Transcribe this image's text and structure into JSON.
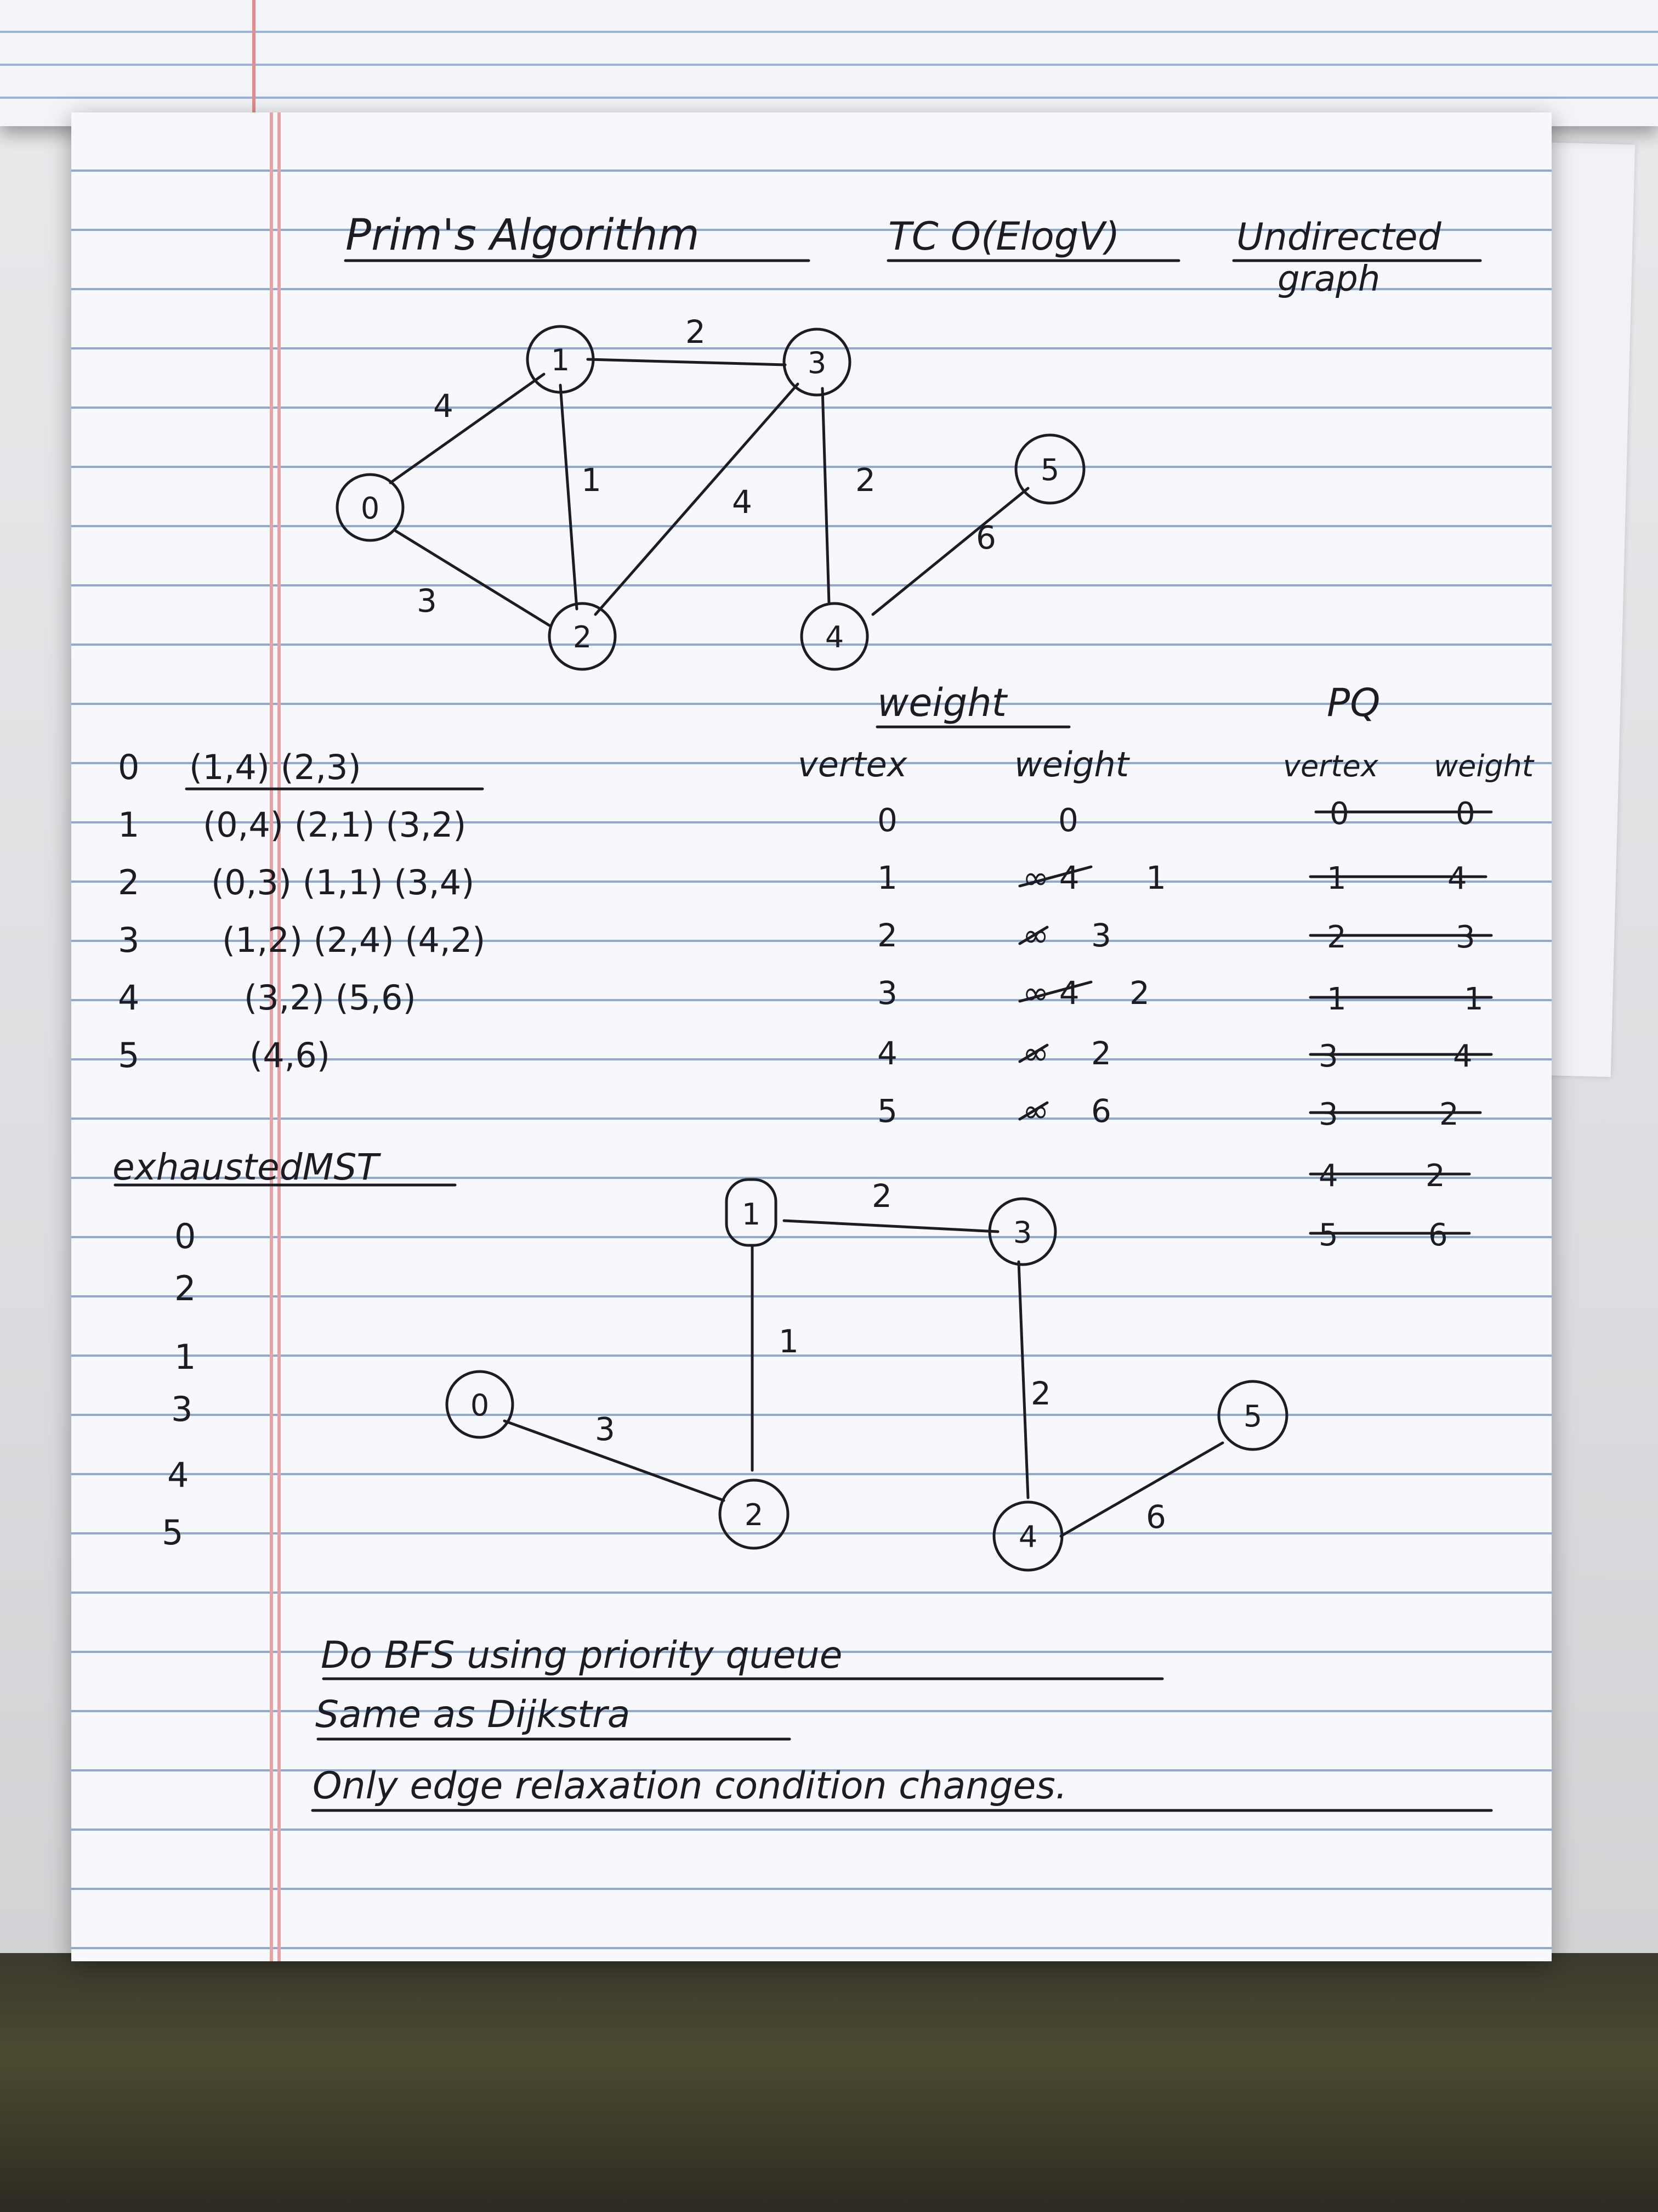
{
  "heading": {
    "title": "Prim's Algorithm",
    "complexity": "TC O(ElogV)",
    "note_line1": "Undirected",
    "note_line2": "graph"
  },
  "graph": {
    "nodes": [
      "0",
      "1",
      "2",
      "3",
      "4",
      "5"
    ],
    "edges": [
      {
        "from": "0",
        "to": "1",
        "weight": "4"
      },
      {
        "from": "0",
        "to": "2",
        "weight": "3"
      },
      {
        "from": "1",
        "to": "2",
        "weight": "1"
      },
      {
        "from": "1",
        "to": "3",
        "weight": "2"
      },
      {
        "from": "2",
        "to": "3",
        "weight": "4"
      },
      {
        "from": "3",
        "to": "4",
        "weight": "2"
      },
      {
        "from": "4",
        "to": "5",
        "weight": "6"
      }
    ]
  },
  "adjacency": [
    {
      "vertex": "0",
      "neighbors": "(1,4) (2,3)"
    },
    {
      "vertex": "1",
      "neighbors": "(0,4) (2,1) (3,2)"
    },
    {
      "vertex": "2",
      "neighbors": "(0,3) (1,1) (3,4)"
    },
    {
      "vertex": "3",
      "neighbors": "(1,2) (2,4) (4,2)"
    },
    {
      "vertex": "4",
      "neighbors": "(3,2) (5,6)"
    },
    {
      "vertex": "5",
      "neighbors": "(4,6)"
    }
  ],
  "weight_table": {
    "title": "weight",
    "headers": [
      "vertex",
      "weight"
    ],
    "rows": [
      {
        "vertex": "0",
        "struck": "",
        "value": "0"
      },
      {
        "vertex": "1",
        "struck": "∞ 4",
        "value": "1"
      },
      {
        "vertex": "2",
        "struck": "∞",
        "value": "3"
      },
      {
        "vertex": "3",
        "struck": "∞ 4",
        "value": "2"
      },
      {
        "vertex": "4",
        "struck": "∞",
        "value": "2"
      },
      {
        "vertex": "5",
        "struck": "∞",
        "value": "6"
      }
    ]
  },
  "pq": {
    "title": "PQ",
    "headers": [
      "vertex",
      "weight"
    ],
    "rows": [
      {
        "vertex": "0",
        "weight": "0"
      },
      {
        "vertex": "1",
        "weight": "4"
      },
      {
        "vertex": "2",
        "weight": "3"
      },
      {
        "vertex": "1",
        "weight": "1"
      },
      {
        "vertex": "3",
        "weight": "4"
      },
      {
        "vertex": "3",
        "weight": "2"
      },
      {
        "vertex": "4",
        "weight": "2"
      },
      {
        "vertex": "5",
        "weight": "6"
      }
    ]
  },
  "exhausted": {
    "label": "exhaustedMST",
    "order": [
      "0",
      "2",
      "1",
      "3",
      "4",
      "5"
    ]
  },
  "mst": {
    "edges": [
      {
        "from": "1",
        "to": "3",
        "weight": "2"
      },
      {
        "from": "1",
        "to": "2",
        "weight": "1"
      },
      {
        "from": "0",
        "to": "2",
        "weight": "3"
      },
      {
        "from": "3",
        "to": "4",
        "weight": "2"
      },
      {
        "from": "4",
        "to": "5",
        "weight": "6"
      }
    ]
  },
  "notes": [
    "Do BFS using priority queue",
    "Same as Dijkstra",
    "Only edge relaxation condition changes."
  ],
  "colors": {
    "ink": "#1c1c22",
    "rule_line": "#8fa9d3",
    "margin_line": "#e7a3a3",
    "paper": "#f7f8fb"
  }
}
